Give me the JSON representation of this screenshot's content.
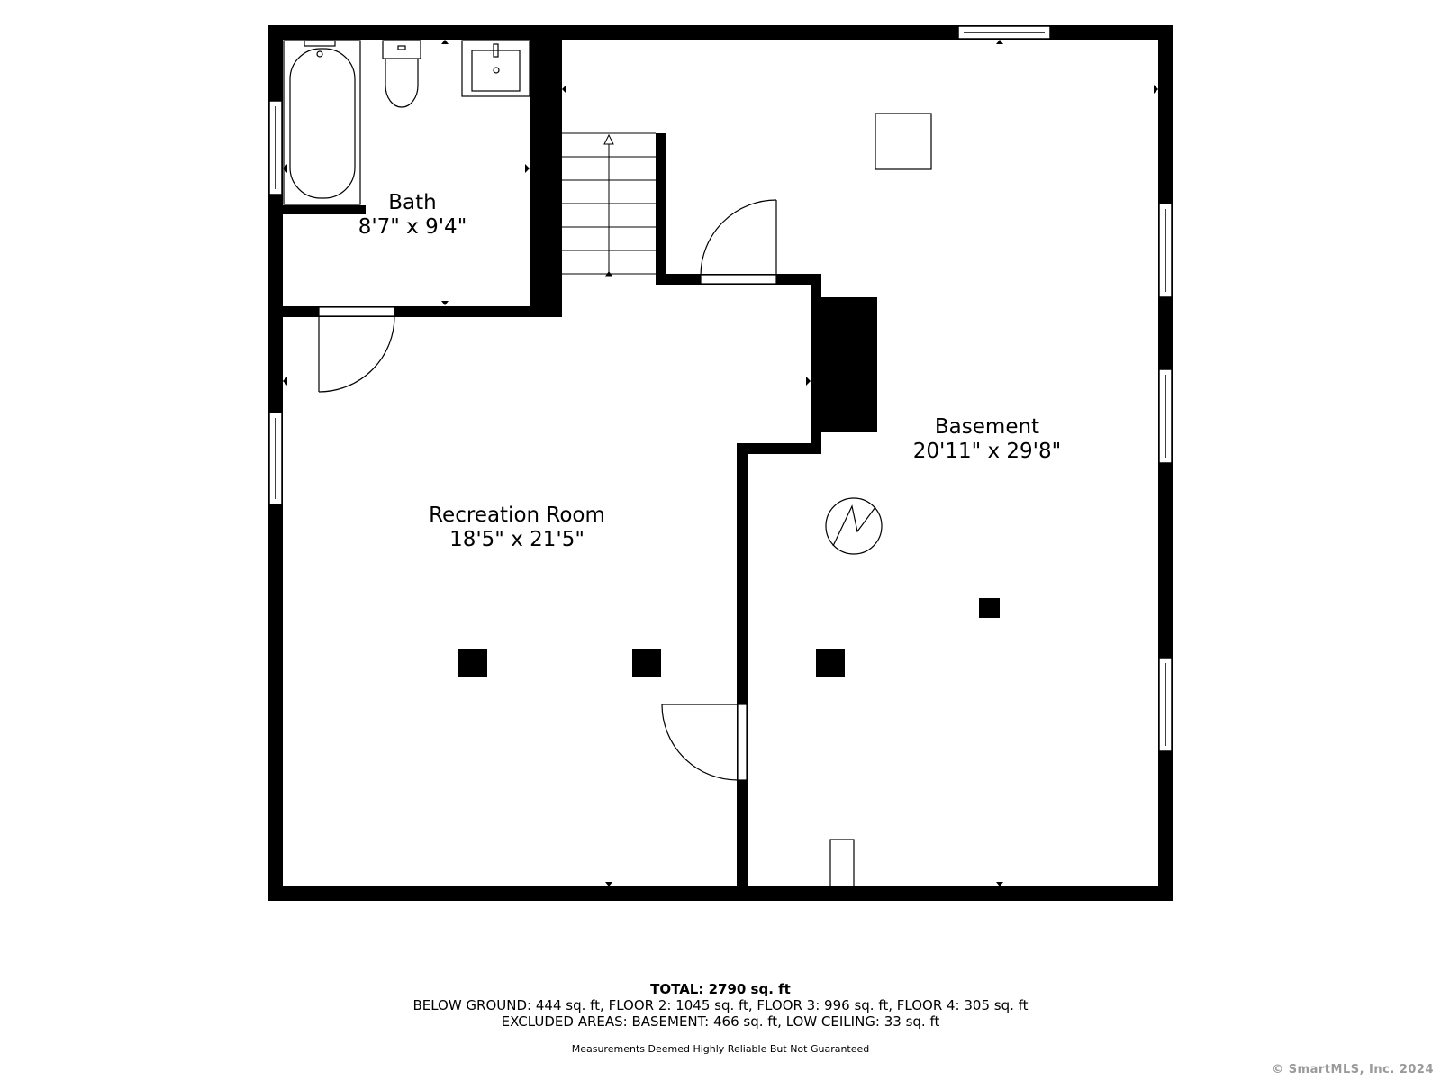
{
  "rooms": {
    "bath": {
      "name": "Bath",
      "size": "8'7\" x 9'4\""
    },
    "recreation": {
      "name": "Recreation Room",
      "size": "18'5\" x 21'5\""
    },
    "basement": {
      "name": "Basement",
      "size": "20'11\" x 29'8\""
    }
  },
  "summary": {
    "total": "TOTAL: 2790 sq. ft",
    "below_ground": "BELOW GROUND: 444 sq. ft, FLOOR 2: 1045 sq. ft, FLOOR 3: 996 sq. ft, FLOOR 4: 305 sq. ft",
    "excluded": "EXCLUDED AREAS: BASEMENT: 466 sq. ft, LOW CEILING: 33 sq. ft",
    "disclaimer": "Measurements Deemed Highly Reliable But Not Guaranteed"
  },
  "copyright": "© SmartMLS, Inc. 2024",
  "colors": {
    "wall": "#000000",
    "background": "#ffffff",
    "copyright": "#9a9a9a"
  }
}
